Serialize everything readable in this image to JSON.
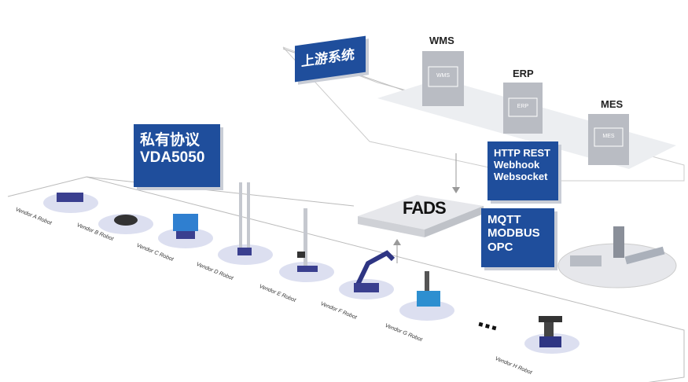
{
  "upstream": {
    "label": "上游系统"
  },
  "systems": [
    {
      "name": "WMS"
    },
    {
      "name": "ERP"
    },
    {
      "name": "MES"
    }
  ],
  "protocols_left": {
    "line1": "私有协议",
    "line2": "VDA5050"
  },
  "protocols_upstream": {
    "lines": [
      "HTTP REST",
      "Webhook",
      "Websocket"
    ]
  },
  "fads": {
    "label": "FADS"
  },
  "protocols_devices": {
    "lines": [
      "MQTT",
      "MODBUS",
      "OPC"
    ]
  },
  "robots": [
    {
      "label": "Vendor A Robot"
    },
    {
      "label": "Vendor B Robot"
    },
    {
      "label": "Vendor C Robot"
    },
    {
      "label": "Vendor D Robot"
    },
    {
      "label": "Vendor E Robot"
    },
    {
      "label": "Vendor F Robot"
    },
    {
      "label": "Vendor G Robot"
    },
    {
      "label": "Vendor H Robot"
    }
  ],
  "ellipsis": "■ ■ ■",
  "colors": {
    "brand_blue": "#1f4e9c",
    "platform_gray": "#e6e7eb",
    "robot_disc": "#dcdff0"
  }
}
